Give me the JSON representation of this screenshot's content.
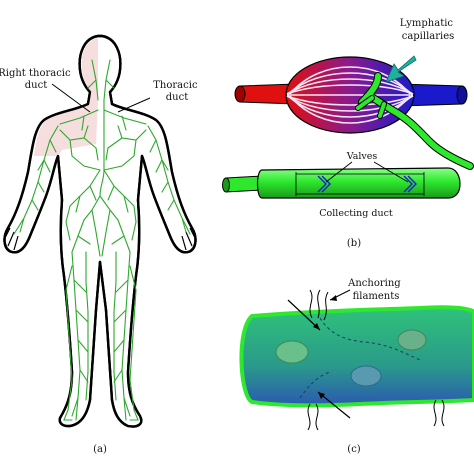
{
  "panel_a": {
    "label": "(a)",
    "right_thoracic_duct": [
      "Right thoracic",
      "duct"
    ],
    "thoracic_duct": [
      "Thoracic",
      "duct"
    ]
  },
  "panel_b": {
    "label": "(b)",
    "lymphatic_capillaries": [
      "Lymphatic",
      "capillaries"
    ],
    "valves": "Valves",
    "collecting_duct": "Collecting duct"
  },
  "panel_c": {
    "label": "(c)",
    "anchoring_filaments": [
      "Anchoring",
      "filaments"
    ]
  },
  "colors": {
    "lymph_green": "#2ee82e",
    "body_outline": "#000000",
    "body_tint": "#f7dede",
    "artery_red": "#e01010",
    "vein_blue": "#1a1acc",
    "capillary_purple": "#7a1a8c",
    "tissue_teal": "#2aa878",
    "arrow_teal": "#1fb0a0"
  }
}
